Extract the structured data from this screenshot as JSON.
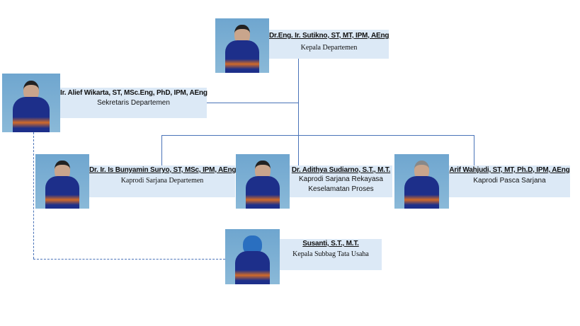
{
  "colors": {
    "line": "#4a73b8",
    "box": "#dce9f6"
  },
  "head": {
    "name": "Dr.Eng. Ir. Sutikno, ST, MT, IPM, AEng",
    "role": "Kepala Departemen"
  },
  "secretary": {
    "name": "Ir. Alief Wikarta, ST, MSc.Eng, PhD, IPM, AEng",
    "role": "Sekretaris Departemen"
  },
  "kaprodi": [
    {
      "name": "Dr. Ir. Is Bunyamin Suryo, ST, MSc, IPM, AEng",
      "role": "Kaprodi Sarjana Departemen"
    },
    {
      "name": "Dr. Adithya Sudiarno, S.T., M.T.",
      "role_line1": "Kaprodi Sarjana Rekayasa",
      "role_line2": "Keselamatan Proses"
    },
    {
      "name": "Arif Wahjudi, ST, MT, Ph.D, IPM, AEng",
      "role": "Kaprodi Pasca Sarjana"
    }
  ],
  "admin": {
    "name": "Susanti, S.T., M.T.",
    "role": "Kepala Subbag Tata Usaha"
  }
}
